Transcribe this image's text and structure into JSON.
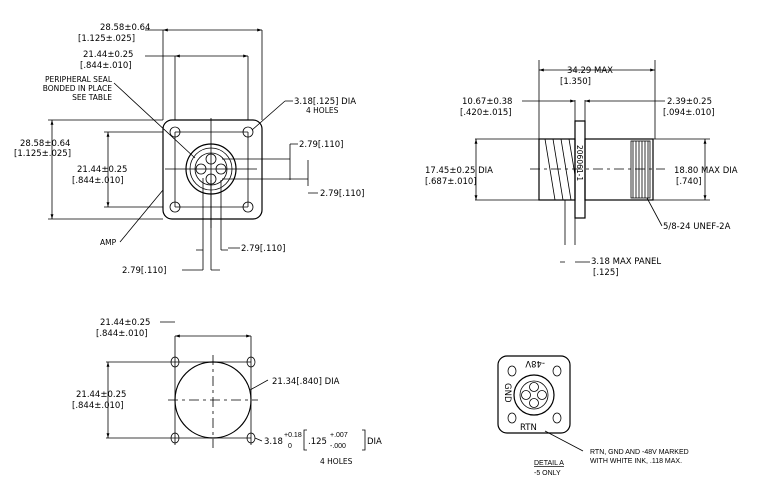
{
  "front_view": {
    "overall_width": [
      "28.58±0.64",
      "[1.125±.025]"
    ],
    "hole_spacing_h": [
      "21.44±0.25",
      "[.844±.010]"
    ],
    "seal_note": [
      "PERIPHERAL SEAL",
      "BONDED IN PLACE",
      "SEE TABLE"
    ],
    "overall_height": [
      "28.58±0.64",
      "[1.125±.025]"
    ],
    "hole_spacing_v": [
      "21.44±0.25",
      "[.844±.010]"
    ],
    "hole_note": [
      "3.18[.125] DIA",
      "4 HOLES"
    ],
    "pin_dim_1": "2.79[.110]",
    "pin_dim_2": "2.79[.110]",
    "pin_dim_3": "2.79[.110]",
    "pin_dim_4": "2.79[.110]",
    "amp_label": "AMP"
  },
  "side_view": {
    "overall_length": [
      "34.29 MAX",
      "[1.350]"
    ],
    "rear_length": [
      "10.67±0.38",
      "[.420±.015]"
    ],
    "flange_thickness": [
      "2.39±0.25",
      "[.094±.010]"
    ],
    "rear_dia": [
      "17.45±0.25 DIA",
      "[.687±.010]"
    ],
    "front_dia": [
      "18.80 MAX DIA",
      "[.740]"
    ],
    "thread": "5/8-24 UNEF-2A",
    "panel": [
      "3.18 MAX PANEL",
      "[.125]"
    ],
    "part_number": "206061-1"
  },
  "panel_cutout": {
    "hole_spacing_h": [
      "21.44±0.25",
      "[.844±.010]"
    ],
    "hole_spacing_v": [
      "21.44±0.25",
      "[.844±.010]"
    ],
    "cutout_dia": "21.34[.840] DIA",
    "hole_dia": {
      "base": "3.18",
      "tol_plus": "+0.18",
      "tol_minus": "0",
      "in_base": ".125",
      "in_plus": "+.007",
      "in_minus": "-.000",
      "suffix": "DIA",
      "count": "4 HOLES"
    }
  },
  "detail_a": {
    "marking_top": "-48V",
    "marking_left": "GND",
    "marking_bottom": "RTN",
    "note": [
      "RTN, GND AND -48V MARKED",
      "WITH WHITE INK, .118 MAX."
    ],
    "title": "DETAIL A",
    "subtitle": "-5 ONLY"
  }
}
